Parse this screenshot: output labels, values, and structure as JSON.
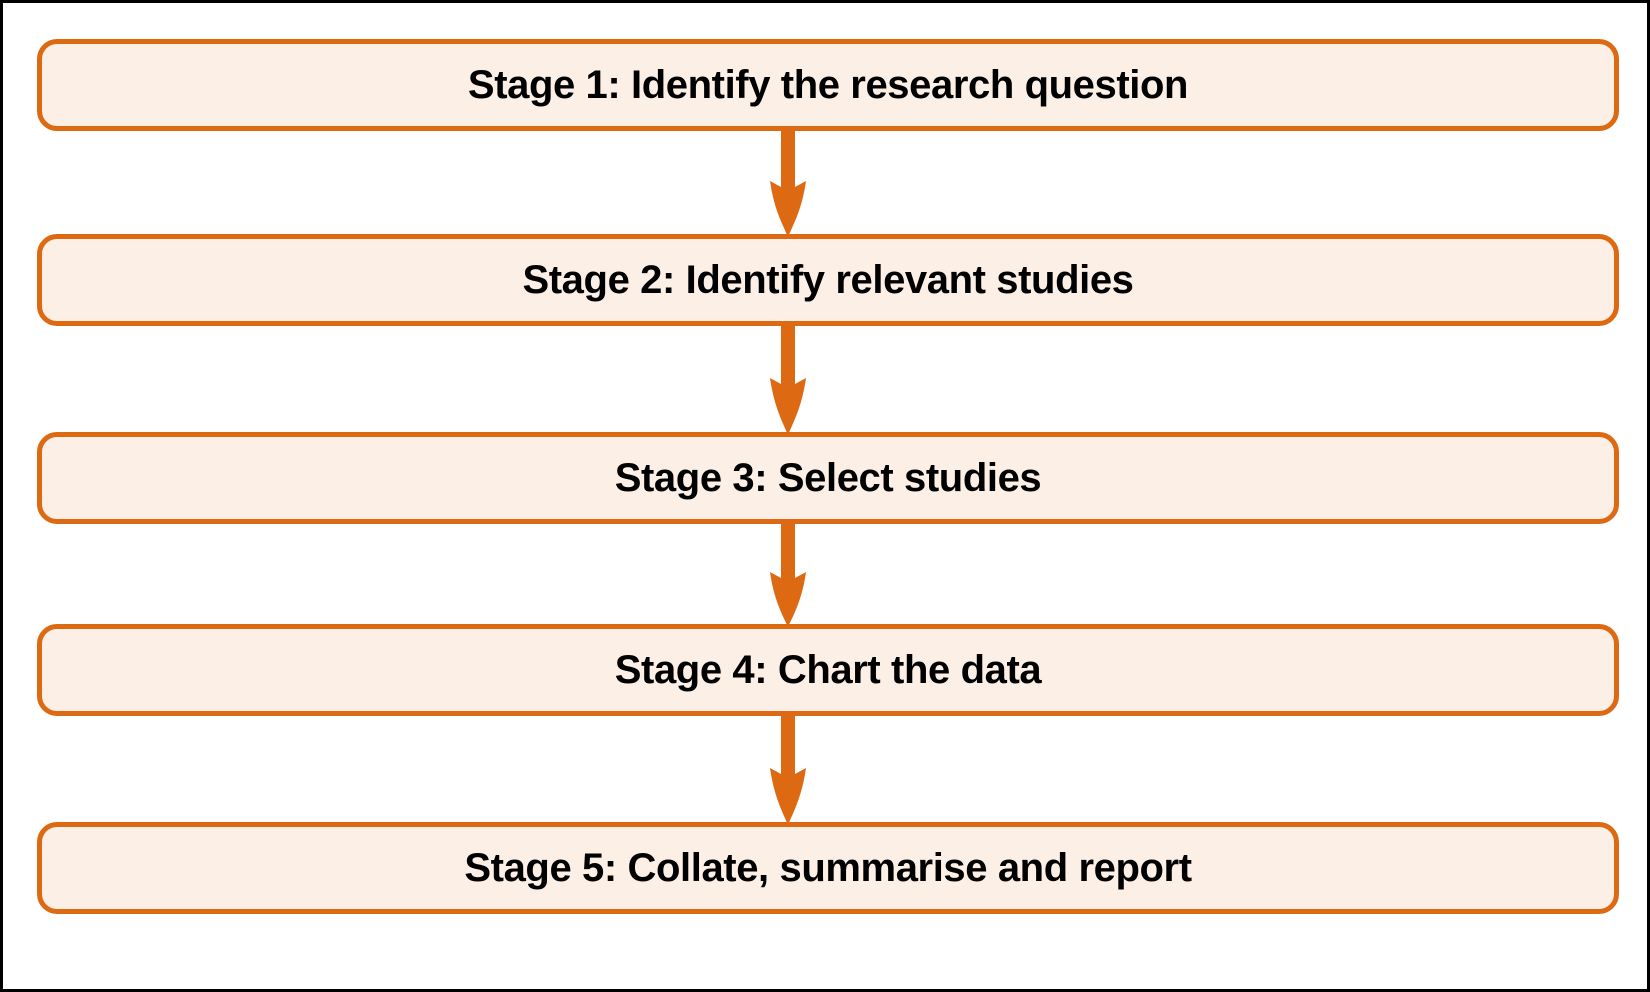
{
  "diagram": {
    "type": "vertical-flowchart",
    "orientation": "top-to-bottom",
    "node_count": 5,
    "connector_count": 4,
    "colors": {
      "box_border": "#DD6913",
      "box_fill": "#FBEFE6",
      "arrow": "#DD6913",
      "text": "#000000",
      "frame_border": "#000000",
      "background": "#FFFFFF"
    },
    "stages": [
      {
        "id": "stage-1",
        "label": "Stage 1: Identify the research question"
      },
      {
        "id": "stage-2",
        "label": "Stage 2: Identify relevant studies"
      },
      {
        "id": "stage-3",
        "label": "Stage 3: Select studies"
      },
      {
        "id": "stage-4",
        "label": "Stage 4: Chart the data"
      },
      {
        "id": "stage-5",
        "label": "Stage 5: Collate, summarise and report"
      }
    ],
    "connectors": [
      {
        "id": "arrow-1",
        "from": "stage-1",
        "to": "stage-2",
        "shape": "down-arrow"
      },
      {
        "id": "arrow-2",
        "from": "stage-2",
        "to": "stage-3",
        "shape": "down-arrow"
      },
      {
        "id": "arrow-3",
        "from": "stage-3",
        "to": "stage-4",
        "shape": "down-arrow"
      },
      {
        "id": "arrow-4",
        "from": "stage-4",
        "to": "stage-5",
        "shape": "down-arrow"
      }
    ]
  }
}
